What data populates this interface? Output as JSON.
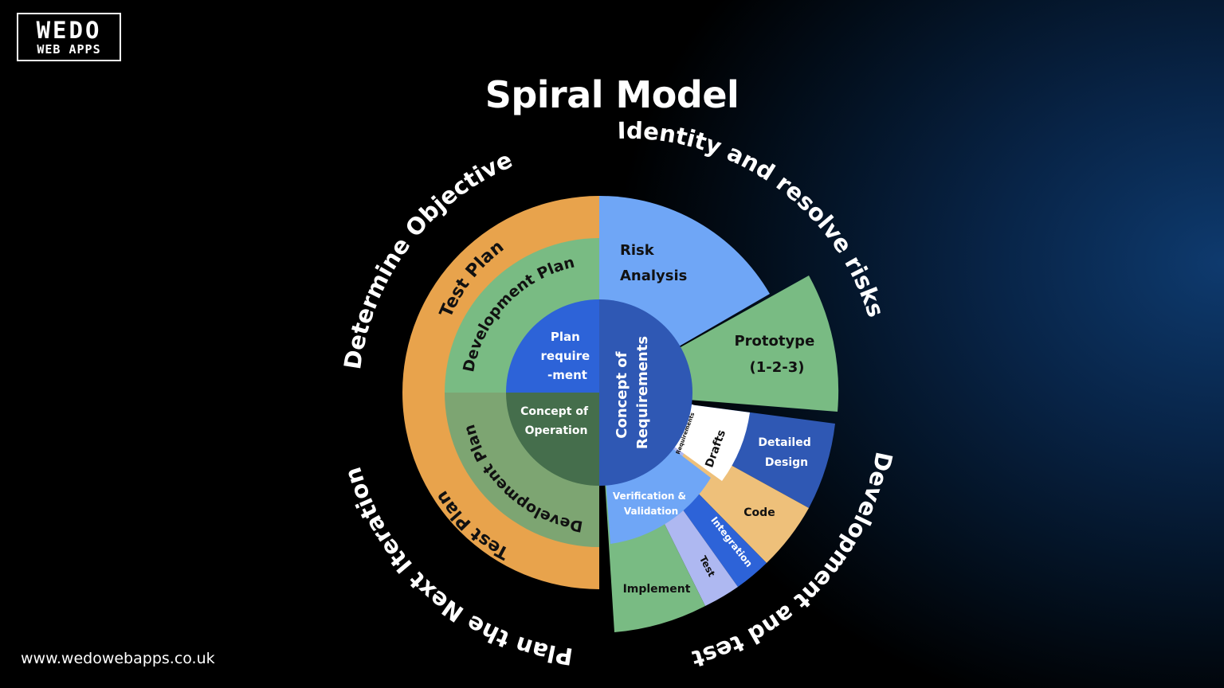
{
  "brand": {
    "logo_line1": "WEDO",
    "logo_line2": "WEB APPS",
    "url": "www.wedowebapps.co.uk"
  },
  "title": "Spiral Model",
  "quadrants": {
    "top_left": "Determine Objective",
    "top_right": "Identity and resolve risks",
    "bottom_right": "Development and test",
    "bottom_left": "Plan the Next Iteration"
  },
  "segments": {
    "test_plan_top": "Test Plan",
    "development_plan_top": "Development Plan",
    "plan_requirement": [
      "Plan",
      "require",
      "-ment"
    ],
    "concept_of_operation": [
      "Concept of",
      "Operation"
    ],
    "development_plan_bottom": "Development Plan",
    "test_plan_bottom": "Test Plan",
    "risk_analysis": [
      "Risk",
      "Analysis"
    ],
    "prototype": [
      "Prototype",
      "(1-2-3)"
    ],
    "concept_of_requirements": [
      "Concept of",
      "Requirements"
    ],
    "requirements": "Requirements",
    "drafts": "Drafts",
    "detailed_design": [
      "Detailed",
      "Design"
    ],
    "code": "Code",
    "integration": "Integration",
    "test": "Test",
    "implement": "Implement",
    "verification_validation": [
      "Verification &",
      "Validation"
    ]
  },
  "colors": {
    "orange": "#e8a34c",
    "green": "#79bb83",
    "dark_green": "#456e4c",
    "light_blue": "#6fa6f6",
    "blue": "#2d63d8",
    "navy": "#2f58b4",
    "lavender": "#aeb8f1",
    "peach": "#eec07a",
    "white": "#ffffff"
  }
}
